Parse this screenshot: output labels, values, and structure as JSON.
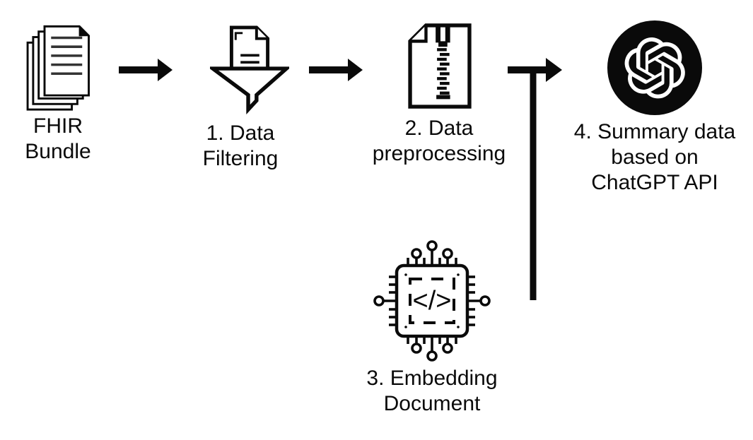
{
  "page": {
    "colors": {
      "background": "#ffffff",
      "ink": "#0a0a0a",
      "paper_line": "#333333"
    }
  },
  "diagram": {
    "nodes": [
      {
        "id": "fhir-bundle",
        "icon": "document-stack-icon",
        "label_lines": [
          "FHIR",
          "Bundle"
        ]
      },
      {
        "id": "data-filtering",
        "icon": "funnel-document-icon",
        "label_lines": [
          "1. Data",
          "Filtering"
        ]
      },
      {
        "id": "data-preprocessing",
        "icon": "zip-file-icon",
        "label_lines": [
          "2. Data",
          "preprocessing"
        ]
      },
      {
        "id": "embedding-document",
        "icon": "chip-code-icon",
        "label_lines": [
          "3. Embedding",
          "Document"
        ]
      },
      {
        "id": "summary-chatgpt",
        "icon": "openai-logo-icon",
        "label_lines": [
          "4. Summary data",
          "based on",
          "ChatGPT API"
        ]
      }
    ],
    "icons": {
      "chip_code_glyph": "</>"
    },
    "connectors": [
      {
        "id": "arrow-fhir-to-filtering",
        "type": "arrow-right",
        "from": "fhir-bundle",
        "to": "data-filtering"
      },
      {
        "id": "arrow-filtering-to-preprocessing",
        "type": "arrow-right",
        "from": "data-filtering",
        "to": "data-preprocessing"
      },
      {
        "id": "arrow-preprocessing-to-summary",
        "type": "arrow-right",
        "from": "data-preprocessing",
        "to": "summary-chatgpt"
      },
      {
        "id": "line-embedding-to-arrow",
        "type": "vertical-join",
        "from": "embedding-document",
        "to": "arrow-preprocessing-to-summary"
      }
    ]
  }
}
